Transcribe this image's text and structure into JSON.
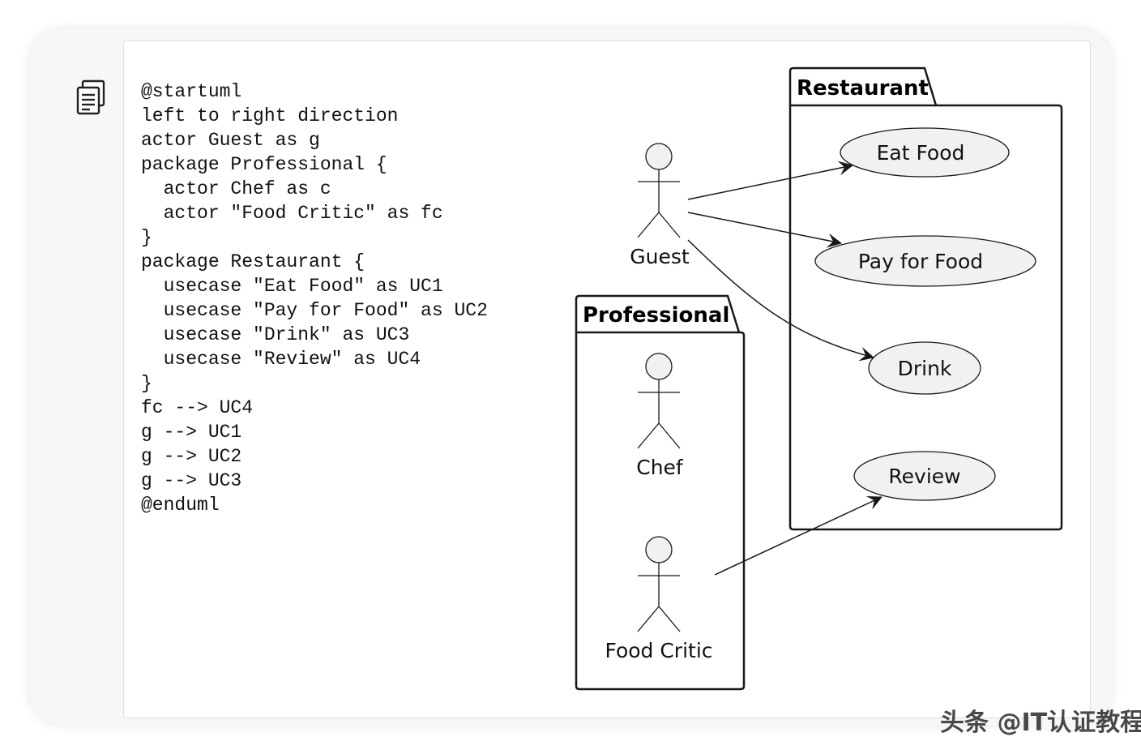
{
  "code_lines": [
    "@startuml",
    "left to right direction",
    "actor Guest as g",
    "package Professional {",
    "  actor Chef as c",
    "  actor \"Food Critic\" as fc",
    "}",
    "package Restaurant {",
    "  usecase \"Eat Food\" as UC1",
    "  usecase \"Pay for Food\" as UC2",
    "  usecase \"Drink\" as UC3",
    "  usecase \"Review\" as UC4",
    "}",
    "fc --> UC4",
    "g --> UC1",
    "g --> UC2",
    "g --> UC3",
    "@enduml"
  ],
  "diagram": {
    "packages": {
      "restaurant": "Restaurant",
      "professional": "Professional"
    },
    "actors": {
      "guest": "Guest",
      "chef": "Chef",
      "food_critic": "Food Critic"
    },
    "usecases": {
      "eat_food": "Eat Food",
      "pay_for_food": "Pay for Food",
      "drink": "Drink",
      "review": "Review"
    },
    "colors": {
      "usecase_fill": "#f1f1f1",
      "actor_head_fill": "#f1f1f1",
      "stroke": "#181818"
    }
  },
  "toolbar": {
    "copy_icon": "copy-icon"
  },
  "watermark": "头条 @IT认证教程网"
}
